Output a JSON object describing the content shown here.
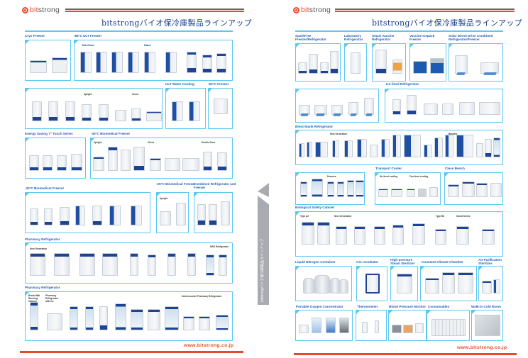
{
  "brand": {
    "name_part1": "bit",
    "name_part2": "strong",
    "accent": "#e8492a",
    "line_color": "#5bc8f0",
    "heading_color": "#1f5fb8"
  },
  "left_page": {
    "title": "bitstrongバイオ保冷庫製品ラインアップ",
    "footer_url": "www.bitstrong.co.jp",
    "sections": {
      "cryo_freezer": {
        "label": "Cryo Freezer",
        "products": 2
      },
      "ult_freezer_86": {
        "label": "-86°C ULT Freezer",
        "sub_a": "TwinCool",
        "sub_b": "Haier",
        "products": 9
      },
      "ult_upright_chest": {
        "sub_upright": "Upright",
        "sub_chest": "Chest",
        "products": 8
      },
      "ult_water_cooling": {
        "label": "ULT Water Cooling",
        "products": 2
      },
      "freezer_60": {
        "label": "-60°C Freezer",
        "products": 1
      },
      "energy_saving": {
        "label": "Energy Saving 7\" Touch Series",
        "products": 4
      },
      "biomedical_40": {
        "label": "-40°C Biomedical Freezer",
        "sub_upright": "Upright",
        "sub_chest": "Chest",
        "sub_double": "Double Door",
        "products": 9
      },
      "biomedical_30": {
        "label": "-30°C Biomedical Freezer",
        "products": 7
      },
      "biomedical_25": {
        "label": "-25°C Biomedical Freezer",
        "sub_upright": "Upright",
        "products": 2
      },
      "combined": {
        "label": "Combined Refrigerator and Freezer",
        "products": 3
      },
      "pharmacy_1": {
        "label": "Pharmacy Refrigerator",
        "sub_a": "New Generation",
        "sub_b": "MSD Refrigerator",
        "products": 10
      },
      "pharmacy_2": {
        "label": "Pharmacy Refrigerator",
        "sub_a": "Break Wall Running Cabinet",
        "sub_b": "Pharmacy Refrigerator with Ice",
        "sub_c": "Undercounter Pharmacy Refrigerator",
        "products": 12
      }
    }
  },
  "right_page": {
    "title": "bitstrongバイオ保冷庫製品ラインアップ",
    "footer_url": "www.bitstrong.co.jp",
    "sections": {
      "sparkfree": {
        "label": "SparkFree Freezer/Refrigerator",
        "products": 4
      },
      "laboratory": {
        "label": "Laboratory Refrigerator",
        "products": 1
      },
      "smart_vaccine": {
        "label": "Smart Vaccine Refrigerator",
        "products": 2
      },
      "vaccine_icepack": {
        "label": "Vaccine Icepack Freezer",
        "products": 2
      },
      "solar": {
        "label": "Solar Direct Drive Combined Refrigerator/Freezer",
        "products": 2
      },
      "ice_lined_a": {
        "products": 5
      },
      "ice_lined_b": {
        "label": "Ice-lined Refrigerator",
        "products": 6
      },
      "blood_bank": {
        "label": "Blood Bank Refrigerator",
        "sub_a": "New Generation",
        "sub_b": "Baskets",
        "products": 20
      },
      "blood_drawers": {
        "sub_a": "Drawers",
        "products": 6
      },
      "transport_cooler": {
        "label": "Transport Cooler",
        "sub_a": "Air-lined cooling",
        "sub_b": "Fan-lined cooling",
        "products": 5
      },
      "clean_bench": {
        "label": "Clean Bench",
        "products": 4
      },
      "bio_safety": {
        "label": "Biological Safety Cabinet",
        "sub_a": "Type A2",
        "sub_b": "New Generation",
        "sub_c": "Type B2",
        "sub_d": "Smart Series",
        "products": 10
      },
      "liquid_nitrogen": {
        "label": "Liquid Nitrogen Container",
        "products": 4
      },
      "co2_incubator": {
        "label": "CO₂ Incubator",
        "products": 1
      },
      "steam_sterilizer": {
        "label": "High-pressure Steam Sterilizer",
        "products": 1
      },
      "climate_chamber": {
        "label": "Constant Climate Chamber",
        "products": 3
      },
      "air_purification": {
        "label": "Air Purification Sterilizer",
        "products": 2
      },
      "oxygen": {
        "label": "Portable Oxygen Concentrator",
        "products": 4
      },
      "thermometer": {
        "label": "Thermometer",
        "products": 2
      },
      "blood_pressure": {
        "label": "Blood Pressure Monitor",
        "products": 3
      },
      "consumables": {
        "label": "Consumables",
        "products": 1
      },
      "walk_in": {
        "label": "Walk-in Cold Room",
        "products": 1
      }
    }
  },
  "spine": {
    "text": "bitstrongバイオ保冷庫製品ラインアップ",
    "color": "#a9abb0"
  }
}
